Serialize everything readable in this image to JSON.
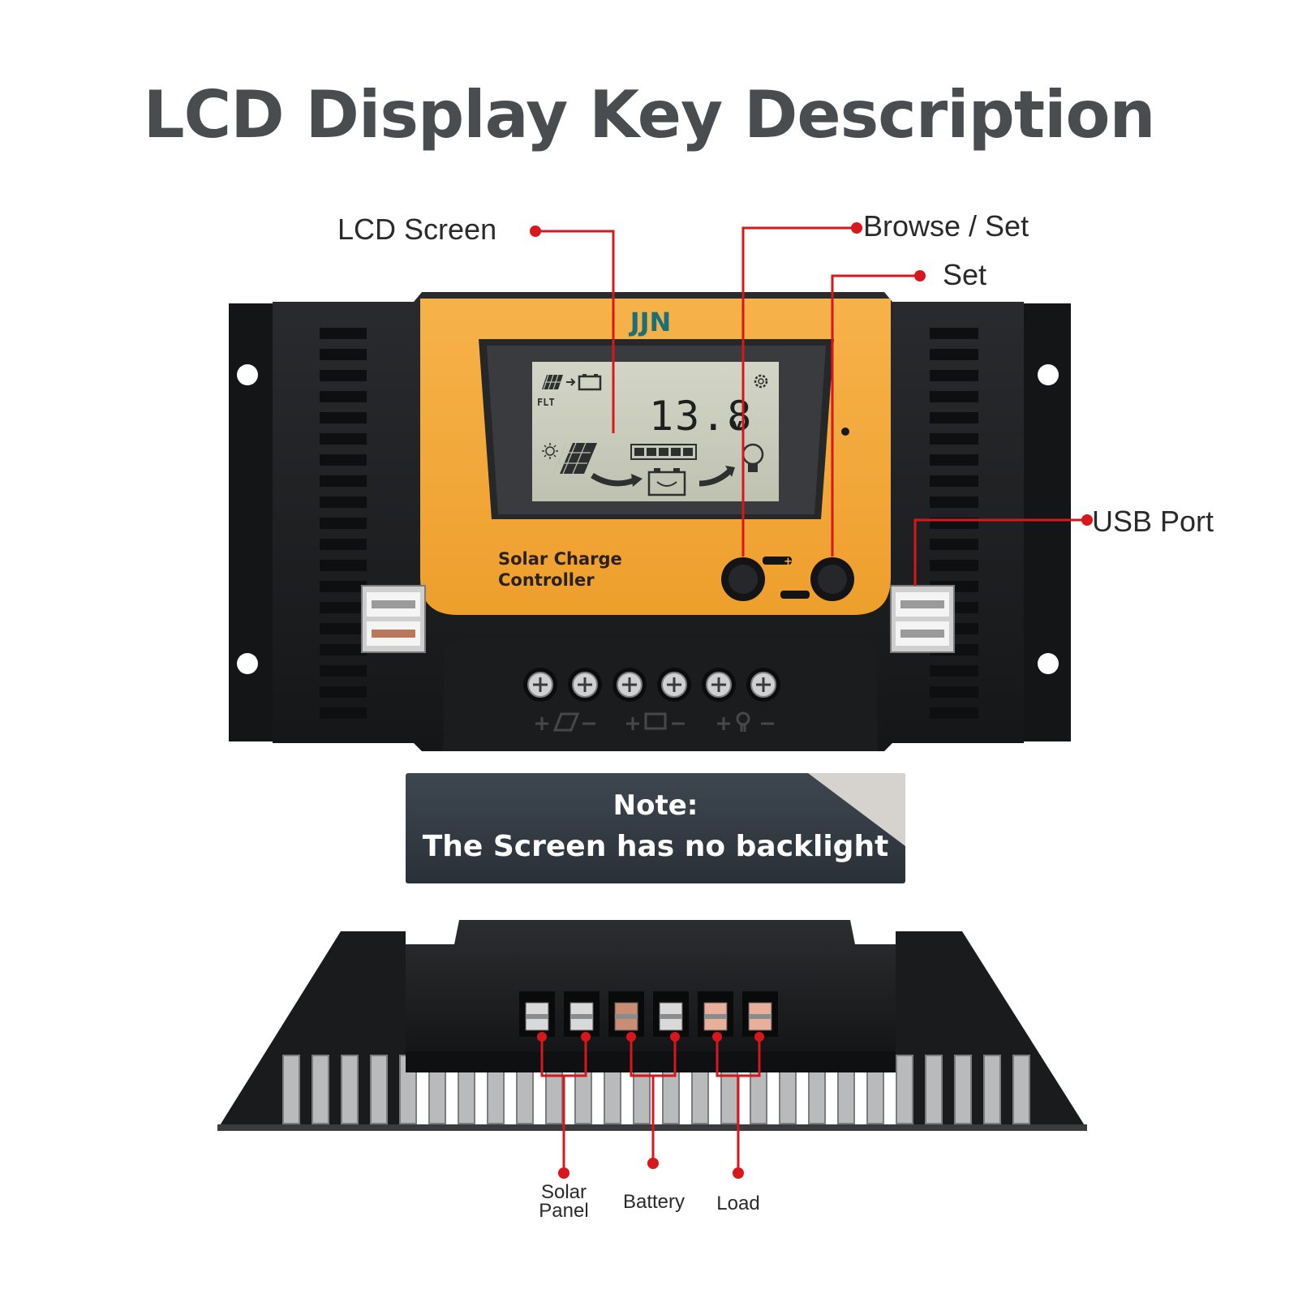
{
  "title": "LCD Display Key Description",
  "callouts": {
    "lcd_screen": "LCD Screen",
    "browse_set": "Browse / Set",
    "set": "Set",
    "usb_port": "USB Port"
  },
  "device": {
    "brand": "JJN",
    "product_line1": "Solar Charge",
    "product_line2": "Controller",
    "lcd": {
      "mode": "FLT",
      "voltage": "13.8",
      "unit": "v"
    }
  },
  "note": {
    "line1": "Note:",
    "line2": "The Screen has no backlight"
  },
  "terminals": {
    "solar_line1": "Solar",
    "solar_line2": "Panel",
    "battery": "Battery",
    "load": "Load"
  },
  "colors": {
    "callout_red": "#d9161c",
    "panel_orange": "#f3a93a",
    "body_black": "#1d1e20",
    "lcd_green": "#c9cbbb",
    "brand_teal": "#1a6f78"
  },
  "icons": [
    "solar-panel-icon",
    "battery-icon",
    "gear-icon",
    "sun-icon",
    "bulb-icon",
    "usb-port-icon",
    "screw-terminal-icon"
  ]
}
